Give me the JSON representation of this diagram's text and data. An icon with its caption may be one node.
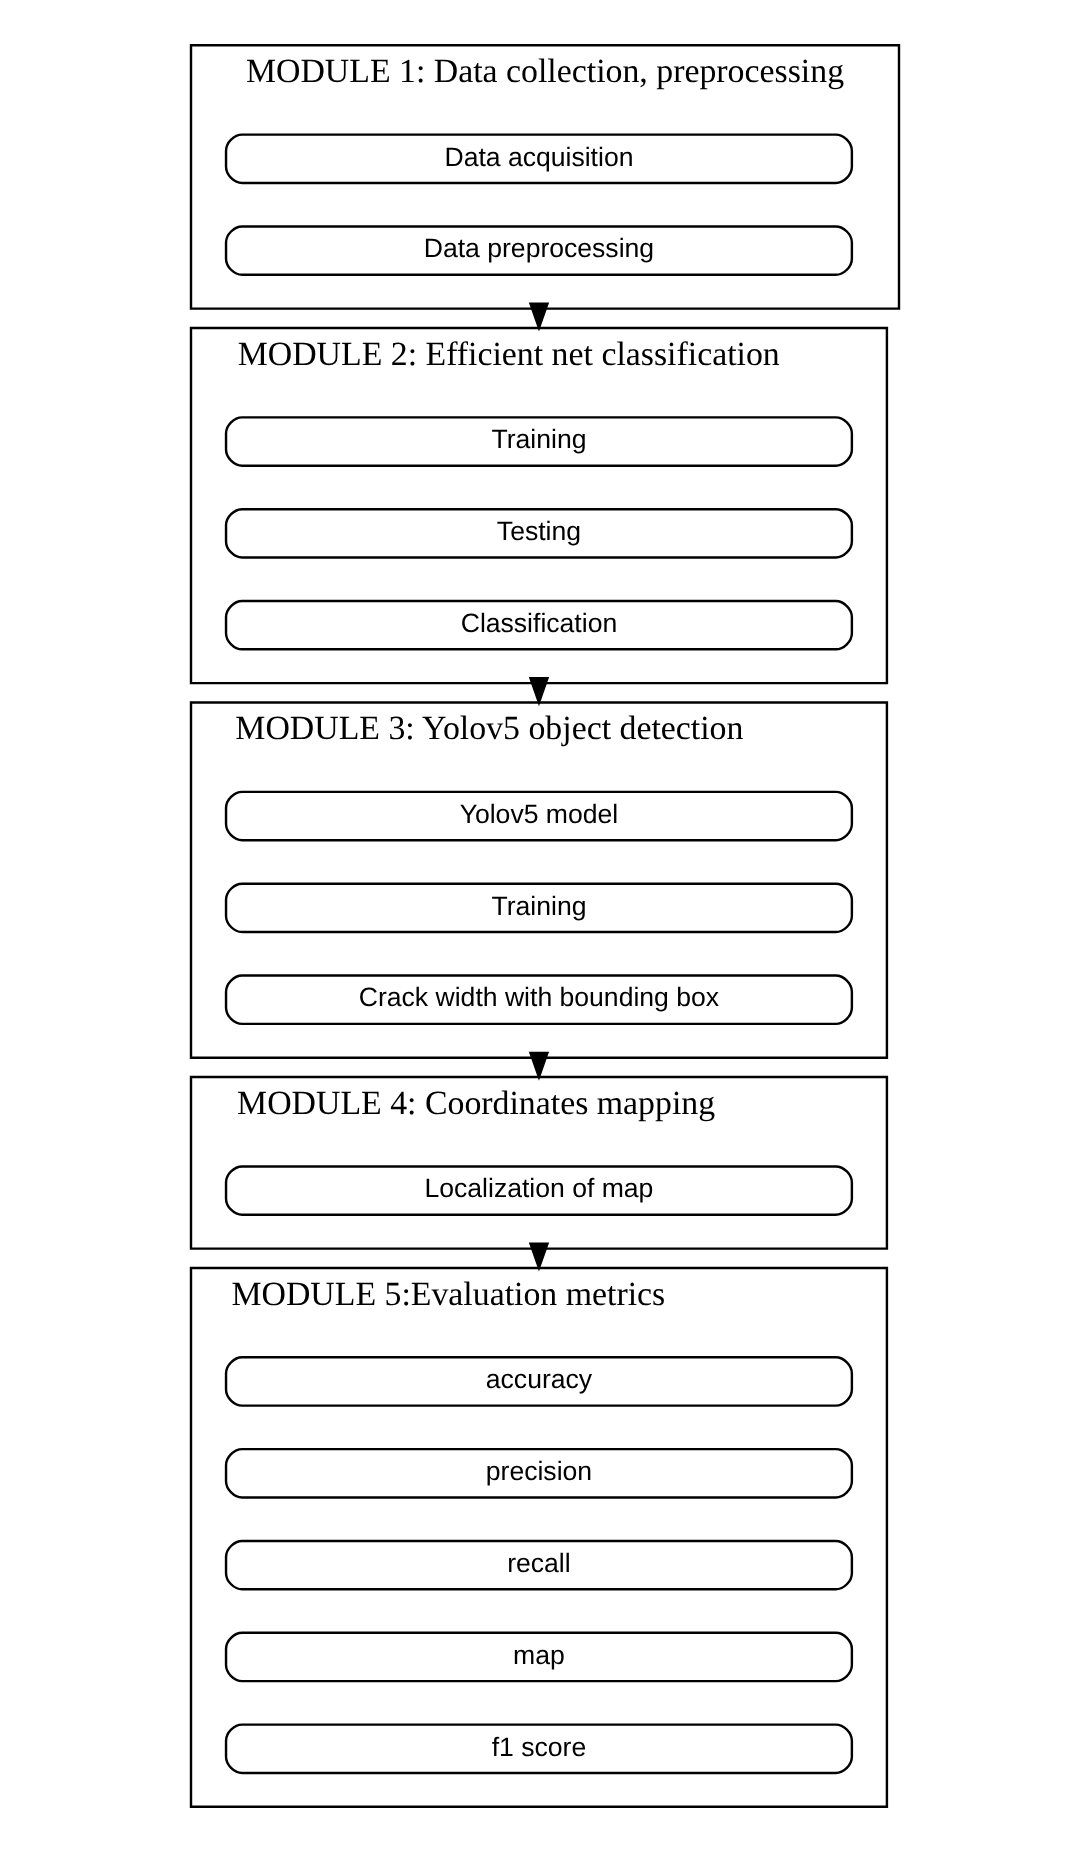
{
  "diagram": {
    "nodes": [
      {
        "text": [
          "MODULE 1: Data collection, preprocessing"
        ]
      },
      {
        "text": [
          "Data acquisition"
        ],
        "in": 0
      },
      {
        "text": [
          "Data preprocessing"
        ],
        "in": 0
      },
      {
        "text": [
          "MODULE 2: Efficient net classification"
        ]
      },
      {
        "text": [
          "Training"
        ],
        "in": 3
      },
      {
        "text": [
          "Testing"
        ],
        "in": 3
      },
      {
        "text": [
          "Classification"
        ],
        "in": 3
      },
      {
        "text": [
          "MODULE 3: Yolov5 object detection"
        ]
      },
      {
        "text": [
          "Yolov5 model"
        ],
        "in": 7
      },
      {
        "text": [
          "Training"
        ],
        "in": 7
      },
      {
        "text": [
          "Crack width with bounding box"
        ],
        "in": 7
      },
      {
        "text": [
          "MODULE 4: Coordinates mapping"
        ]
      },
      {
        "text": [
          "Localization of map"
        ],
        "in": 11
      },
      {
        "text": [
          "MODULE 5:Evaluation metrics"
        ]
      },
      {
        "text": [
          "accuracy"
        ],
        "in": 13
      },
      {
        "text": [
          "precision"
        ],
        "in": 13
      },
      {
        "text": [
          "recall"
        ],
        "in": 13
      },
      {
        "text": [
          "map"
        ],
        "in": 13
      },
      {
        "text": [
          "f1 score"
        ],
        "in": 13
      }
    ],
    "edges": [
      {
        "from": 0,
        "to": 3,
        "arrow": "to"
      },
      {
        "from": 3,
        "to": 7,
        "arrow": "to"
      },
      {
        "from": 7,
        "to": 11,
        "arrow": "to"
      },
      {
        "from": 11,
        "to": 13,
        "arrow": "to"
      }
    ]
  }
}
